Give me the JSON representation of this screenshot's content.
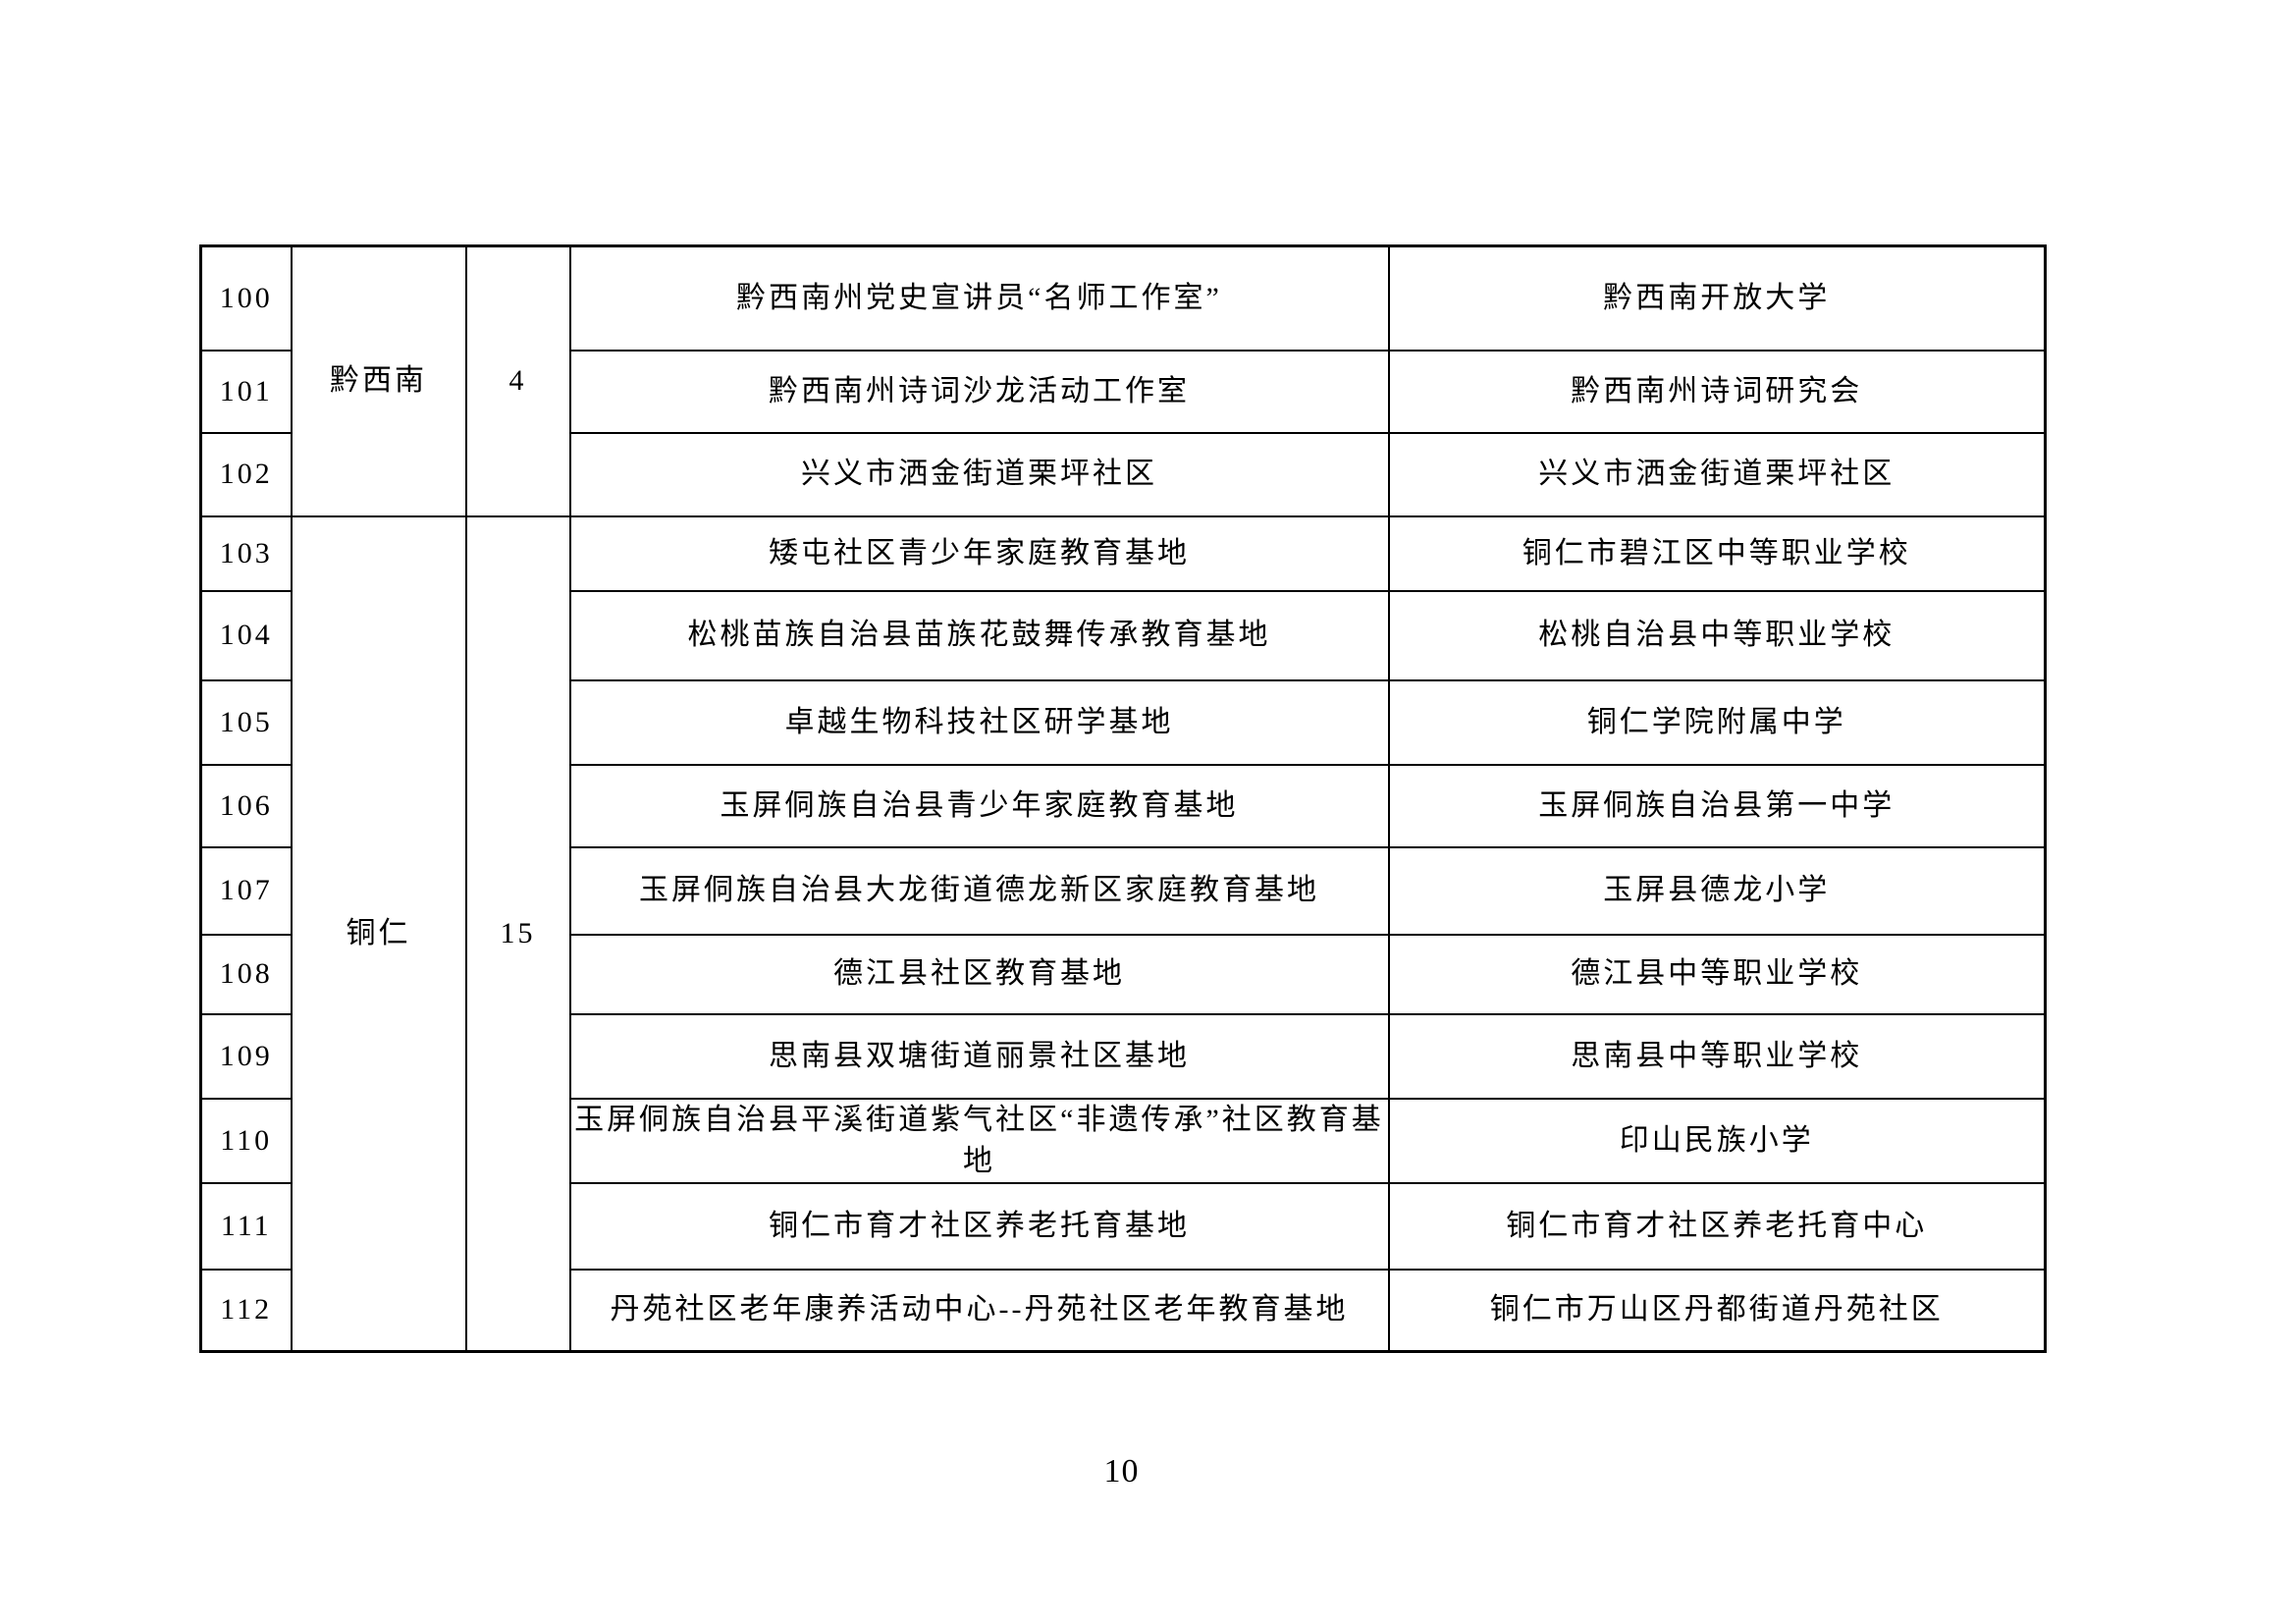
{
  "page": {
    "number": "10"
  },
  "table": {
    "groups": [
      {
        "region": "黔西南",
        "count": "4"
      },
      {
        "region": "铜仁",
        "count": "15"
      }
    ],
    "rows": [
      {
        "no": "100",
        "name": "黔西南州党史宣讲员“名师工作室”",
        "org": "黔西南开放大学"
      },
      {
        "no": "101",
        "name": "黔西南州诗词沙龙活动工作室",
        "org": "黔西南州诗词研究会"
      },
      {
        "no": "102",
        "name": "兴义市洒金街道栗坪社区",
        "org": "兴义市洒金街道栗坪社区"
      },
      {
        "no": "103",
        "name": "矮屯社区青少年家庭教育基地",
        "org": "铜仁市碧江区中等职业学校"
      },
      {
        "no": "104",
        "name": "松桃苗族自治县苗族花鼓舞传承教育基地",
        "org": "松桃自治县中等职业学校"
      },
      {
        "no": "105",
        "name": "卓越生物科技社区研学基地",
        "org": "铜仁学院附属中学"
      },
      {
        "no": "106",
        "name": "玉屏侗族自治县青少年家庭教育基地",
        "org": "玉屏侗族自治县第一中学"
      },
      {
        "no": "107",
        "name": "玉屏侗族自治县大龙街道德龙新区家庭教育基地",
        "org": "玉屏县德龙小学"
      },
      {
        "no": "108",
        "name": "德江县社区教育基地",
        "org": "德江县中等职业学校"
      },
      {
        "no": "109",
        "name": "思南县双塘街道丽景社区基地",
        "org": "思南县中等职业学校"
      },
      {
        "no": "110",
        "name": "玉屏侗族自治县平溪街道紫气社区“非遗传承”社区教育基地",
        "org": "印山民族小学"
      },
      {
        "no": "111",
        "name": "铜仁市育才社区养老托育基地",
        "org": "铜仁市育才社区养老托育中心"
      },
      {
        "no": "112",
        "name": "丹苑社区老年康养活动中心--丹苑社区老年教育基地",
        "org": "铜仁市万山区丹都街道丹苑社区"
      }
    ]
  }
}
